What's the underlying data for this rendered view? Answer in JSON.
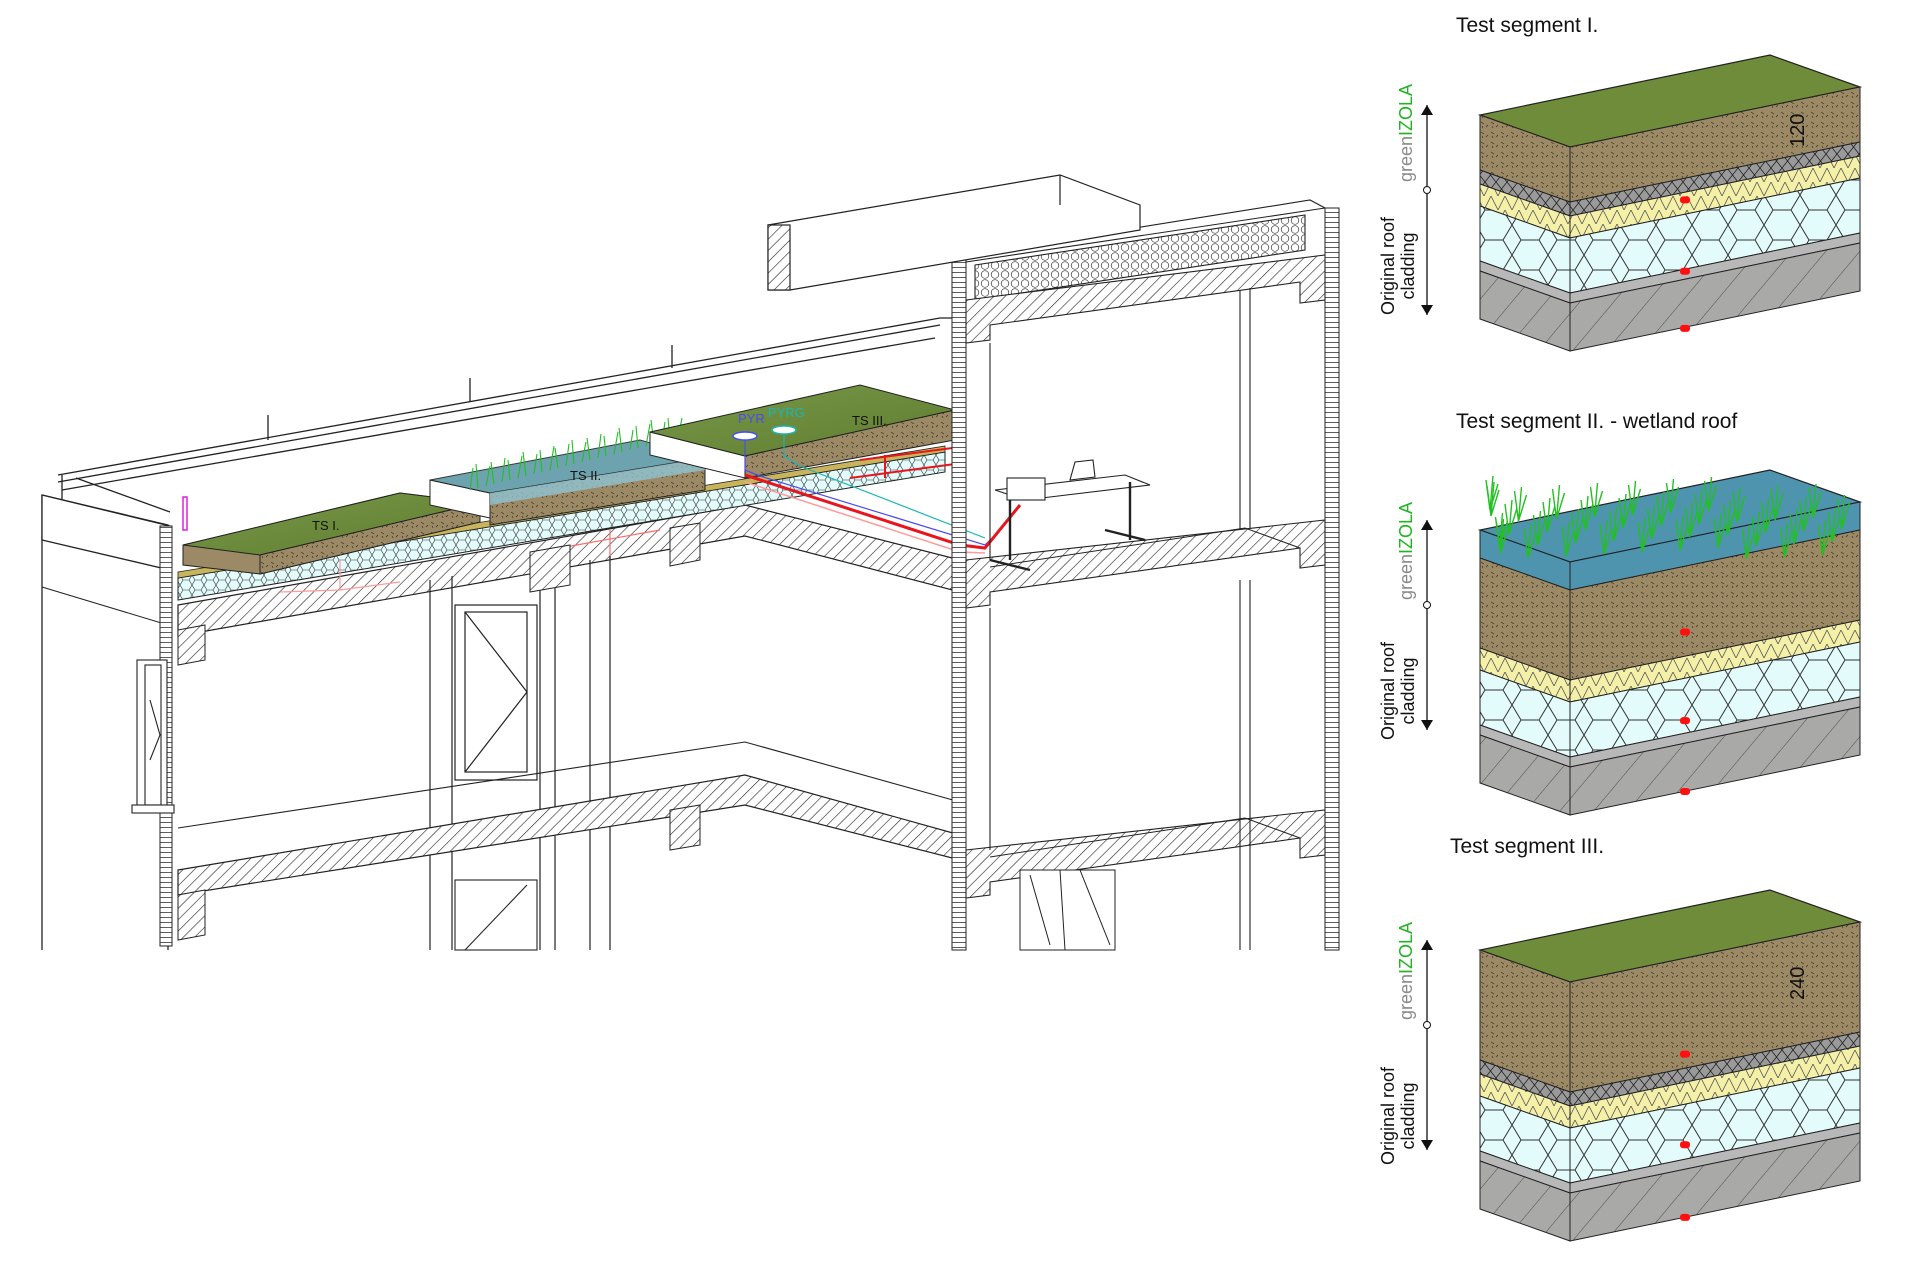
{
  "figure": {
    "description": "Isometric building section with green roof test segments and layered roof build-up details",
    "main_section": {
      "test_segment_labels": [
        "TS I.",
        "TS II.",
        "TS III."
      ],
      "sensors": [
        {
          "label": "PYR",
          "color": "#4b4bf0"
        },
        {
          "label": "PYRG",
          "color": "#19b5b5"
        }
      ],
      "pipe_colors": {
        "red": "#e8141e",
        "blue": "#4b4bf0",
        "cyan": "#19b5b5",
        "pink": "#ff9a9a",
        "magenta": "#e020e0"
      }
    },
    "details": [
      {
        "title": "Test segment I.",
        "system_label_prefix": "green",
        "system_label_suffix": "IZOLA",
        "cladding_label_line1": "Original roof",
        "cladding_label_line2": "cladding",
        "dimension": "120",
        "vegetation": "grass"
      },
      {
        "title": "Test segment II. - wetland roof",
        "system_label_prefix": "green",
        "system_label_suffix": "IZOLA",
        "cladding_label_line1": "Original roof",
        "cladding_label_line2": "cladding",
        "dimension": "",
        "vegetation": "wetland"
      },
      {
        "title": "Test segment III.",
        "system_label_prefix": "green",
        "system_label_suffix": "IZOLA",
        "cladding_label_line1": "Original roof",
        "cladding_label_line2": "cladding",
        "dimension": "240",
        "vegetation": "grass"
      }
    ],
    "colors": {
      "grass": "#6e8c3a",
      "substrate": "#9c8a66",
      "drainage": "#9a9a9a",
      "insulation_yellow": "#f5f0a8",
      "insulation_eps": "#e3fbfb",
      "concrete": "#a9aaa8",
      "water": "#4f94ae",
      "plants": "#22c022",
      "brand_green": "#22b422",
      "brand_gray": "#8a8a8a",
      "marker_red": "#ff1010"
    }
  }
}
